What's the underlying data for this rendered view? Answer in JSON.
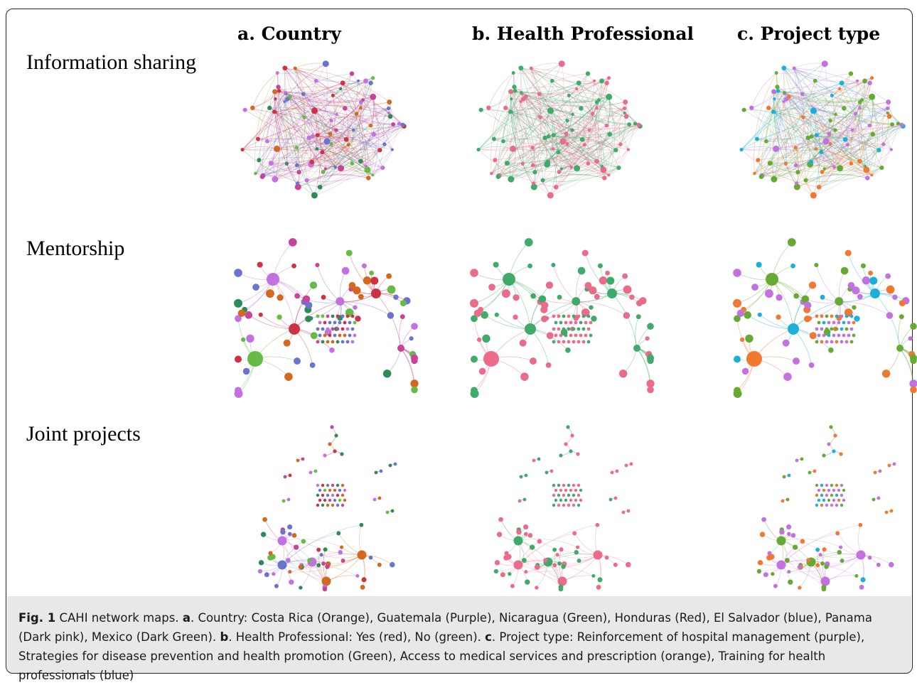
{
  "columns": [
    "a. Country",
    "b. Health Professional",
    "c. Project type"
  ],
  "rows": [
    "Information sharing",
    "Mentorship",
    "Joint projects"
  ],
  "caption": {
    "label": "Fig. 1",
    "title": "CAHI network maps.",
    "a": "a",
    "a_text": ". Country: Costa Rica (Orange), Guatemala (Purple), Nicaragua (Green), Honduras (Red), El Salvador (blue), Panama (Dark pink), Mexico (Dark Green).",
    "b": "b",
    "b_text": ". Health Professional: Yes (red), No (green).",
    "c": "c",
    "c_text": ". Project type: Reinforcement of hospital management (purple), Strategies for disease prevention and health promotion (Green), Access to medical services and prescription (orange), Training for health professionals (blue)"
  },
  "palettes": {
    "country": [
      "#d2691e",
      "#c471e0",
      "#66bb44",
      "#cc3344",
      "#6a74cc",
      "#c8449a",
      "#2e8b57"
    ],
    "health_professional": [
      "#ea6b8a",
      "#3faa6a"
    ],
    "project_type": [
      "#c471e0",
      "#66aa33",
      "#f07830",
      "#1cb0d8"
    ]
  }
}
